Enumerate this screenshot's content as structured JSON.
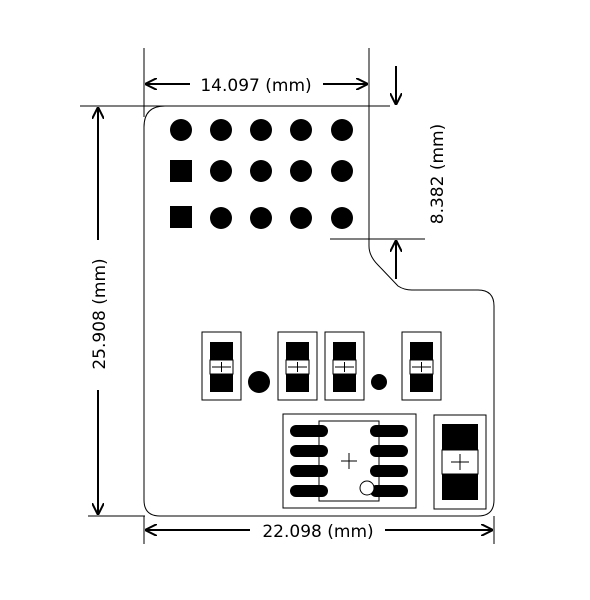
{
  "dimensions": {
    "top_width": "14.097 (mm)",
    "right_offset": "8.382 (mm)",
    "left_height": "25.908 (mm)",
    "bottom_width": "22.098 (mm)"
  },
  "colors": {
    "ink": "#000000",
    "board": "#ffffff"
  }
}
